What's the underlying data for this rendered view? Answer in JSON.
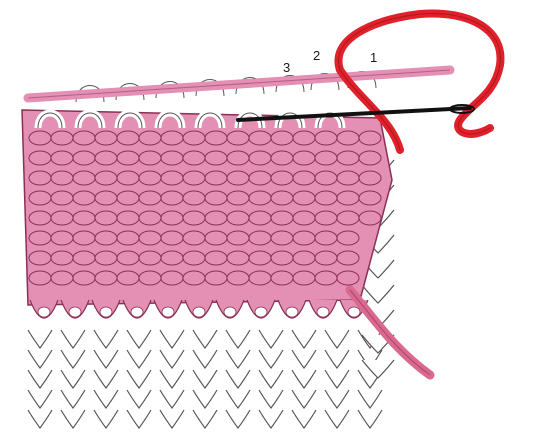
{
  "labels": {
    "one": "1",
    "two": "2",
    "three": "3"
  },
  "colors": {
    "knit_fill": "#e48fb4",
    "knit_line": "#8a2f55",
    "yarn_red": "#e0202a",
    "yarn_pink": "#d9698f",
    "needle": "#111111",
    "outline": "#555555",
    "background": "#ffffff"
  },
  "icons": {
    "needle": "tapestry-needle-icon",
    "yarn": "yarn-strand-icon"
  }
}
